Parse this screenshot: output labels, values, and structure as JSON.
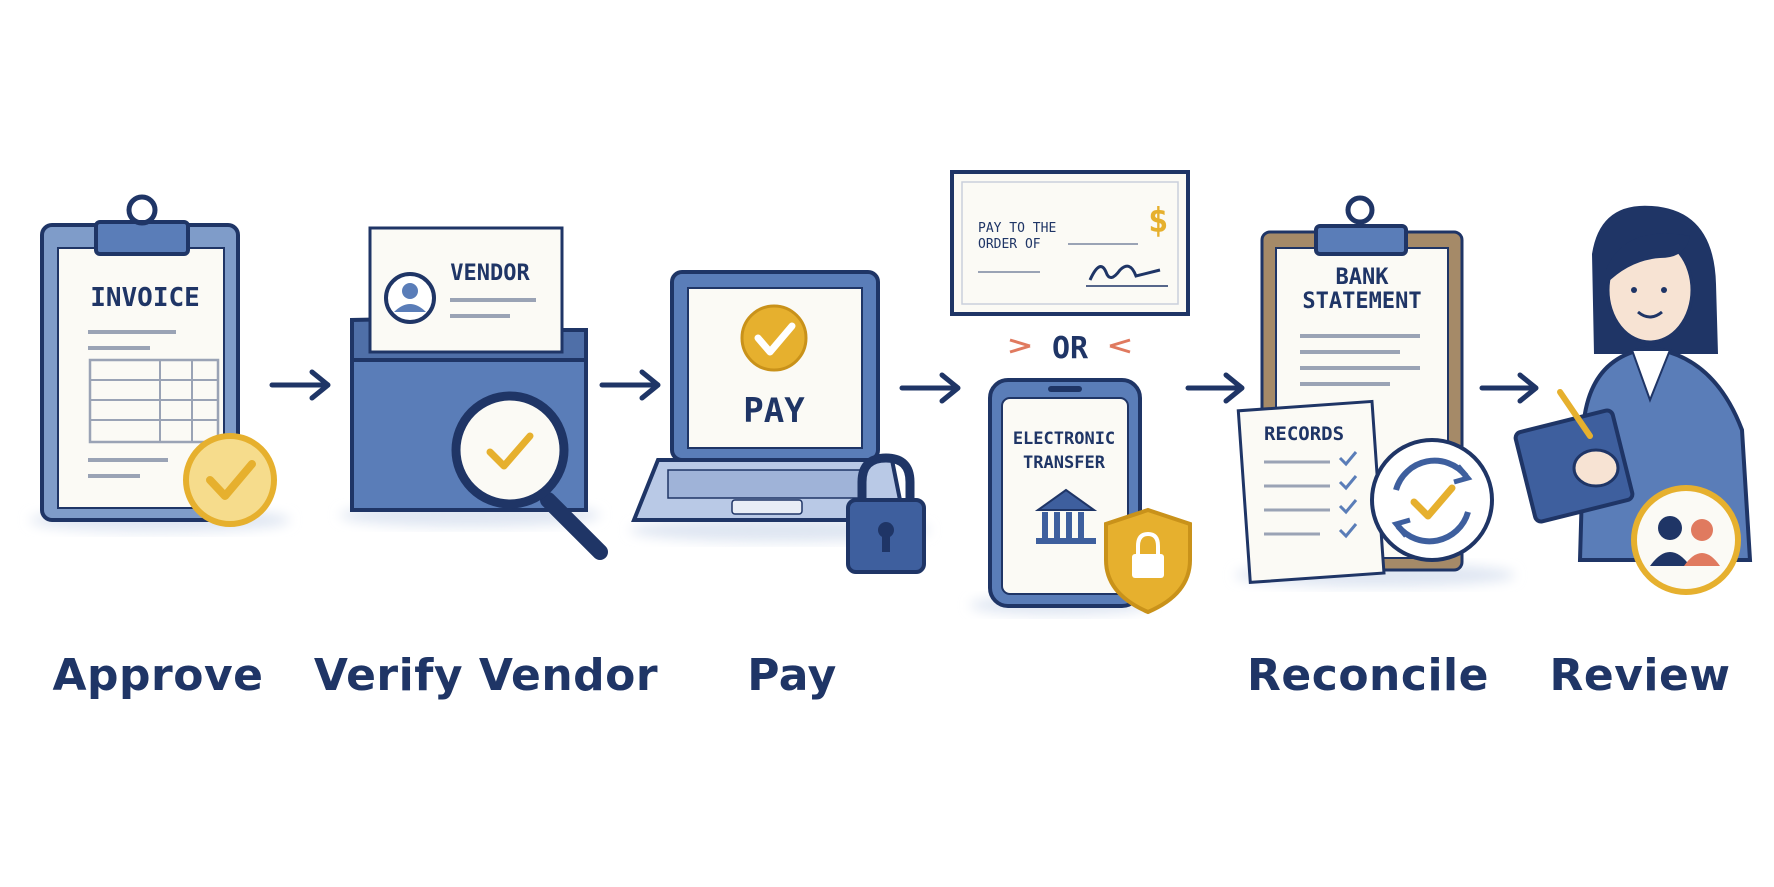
{
  "colors": {
    "ink": "#1f3566",
    "blue": "#5a7db8",
    "blue_light": "#b9c9e6",
    "gold": "#e6b02e",
    "gold_light": "#f6dc8c",
    "paper": "#fbfaf5",
    "red": "#e07a5f"
  },
  "steps": [
    {
      "label": "Approve",
      "doc_title": "INVOICE"
    },
    {
      "label": "Verify Vendor",
      "doc_title": "VENDOR"
    },
    {
      "label": "Pay",
      "doc_title": "PAY"
    },
    {
      "check_line1": "PAY TO THE",
      "check_line2": "ORDER OF",
      "currency_symbol": "$",
      "or_label": "OR",
      "transfer_line1": "ELECTRONIC",
      "transfer_line2": "TRANSFER"
    },
    {
      "label": "Reconcile",
      "doc_title_line1": "BANK",
      "doc_title_line2": "STATEMENT",
      "records_title": "RECORDS"
    },
    {
      "label": "Review"
    }
  ]
}
